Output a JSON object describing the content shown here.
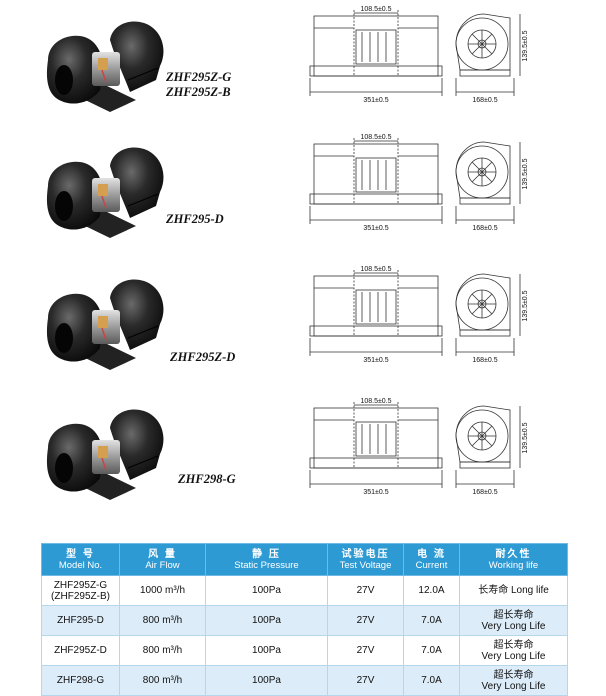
{
  "products": [
    {
      "labels": [
        "ZHF295Z-G",
        "ZHF295Z-B"
      ],
      "dimensions": {
        "top": "108.5±0.5",
        "width": "351±0.5",
        "side_width": "168±0.5",
        "height": "139.5±0.5"
      }
    },
    {
      "labels": [
        "ZHF295-D"
      ],
      "dimensions": {
        "top": "108.5±0.5",
        "width": "351±0.5",
        "side_width": "168±0.5",
        "height": "139.5±0.5"
      }
    },
    {
      "labels": [
        "ZHF295Z-D"
      ],
      "dimensions": {
        "top": "108.5±0.5",
        "width": "351±0.5",
        "side_width": "168±0.5",
        "height": "139.5±0.5"
      }
    },
    {
      "labels": [
        "ZHF298-G"
      ],
      "dimensions": {
        "top": "108.5±0.5",
        "width": "351±0.5",
        "side_width": "168±0.5",
        "height": "139.5±0.5"
      }
    }
  ],
  "table": {
    "headers": [
      {
        "zh": "型 号",
        "en": "Model No."
      },
      {
        "zh": "风 量",
        "en": "Air Flow"
      },
      {
        "zh": "静 压",
        "en": "Static Pressure"
      },
      {
        "zh": "试验电压",
        "en": "Test Voltage"
      },
      {
        "zh": "电 流",
        "en": "Current"
      },
      {
        "zh": "耐久性",
        "en": "Working life"
      }
    ],
    "rows": [
      {
        "model": "ZHF295Z-G",
        "model2": "(ZHF295Z-B)",
        "air_flow": "1000 m³/h",
        "pressure": "100Pa",
        "voltage": "27V",
        "current": "12.0A",
        "life": "长寿命 Long life",
        "life2": ""
      },
      {
        "model": "ZHF295-D",
        "model2": "",
        "air_flow": "800 m³/h",
        "pressure": "100Pa",
        "voltage": "27V",
        "current": "7.0A",
        "life": "超长寿命",
        "life2": "Very Long Life"
      },
      {
        "model": "ZHF295Z-D",
        "model2": "",
        "air_flow": "800 m³/h",
        "pressure": "100Pa",
        "voltage": "27V",
        "current": "7.0A",
        "life": "超长寿命",
        "life2": "Very Long Life"
      },
      {
        "model": "ZHF298-G",
        "model2": "",
        "air_flow": "800 m³/h",
        "pressure": "100Pa",
        "voltage": "27V",
        "current": "7.0A",
        "life": "超长寿命",
        "life2": "Very Long Life"
      }
    ]
  },
  "colors": {
    "header_bg": "#2e9ad3",
    "row_alt": "#dcecf8",
    "blower_body": "#1a1a1a",
    "motor_metal": "#b9b9b9"
  }
}
